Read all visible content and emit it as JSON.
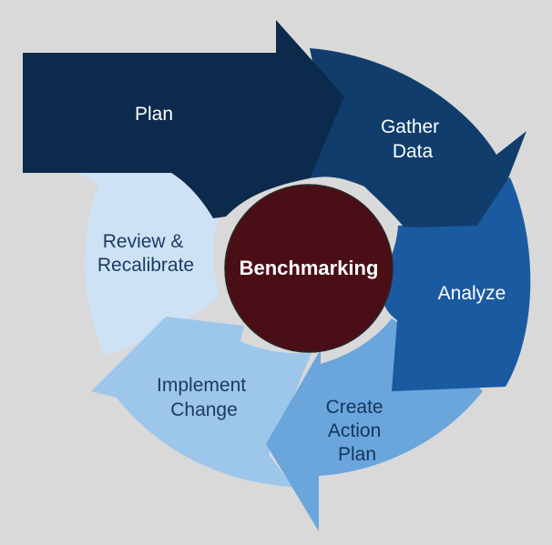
{
  "center": {
    "label": "Benchmarking",
    "color": "#4a0e17"
  },
  "steps": [
    {
      "id": "plan",
      "lines": [
        "Plan"
      ],
      "color": "#0c2a4c",
      "text_color": "#ffffff"
    },
    {
      "id": "gather-data",
      "lines": [
        "Gather",
        "Data"
      ],
      "color": "#103d6c",
      "text_color": "#ffffff"
    },
    {
      "id": "analyze",
      "lines": [
        "Analyze"
      ],
      "color": "#1a5aa0",
      "text_color": "#ffffff"
    },
    {
      "id": "create-action-plan",
      "lines": [
        "Create",
        "Action",
        "Plan"
      ],
      "color": "#6aa6dc",
      "text_color": "#13355c"
    },
    {
      "id": "implement-change",
      "lines": [
        "Implement",
        "Change"
      ],
      "color": "#9cc6ea",
      "text_color": "#1c3a5e"
    },
    {
      "id": "review-recalibrate",
      "lines": [
        "Review &",
        "Recalibrate"
      ],
      "color": "#cde3f5",
      "text_color": "#1c3a5e"
    }
  ]
}
